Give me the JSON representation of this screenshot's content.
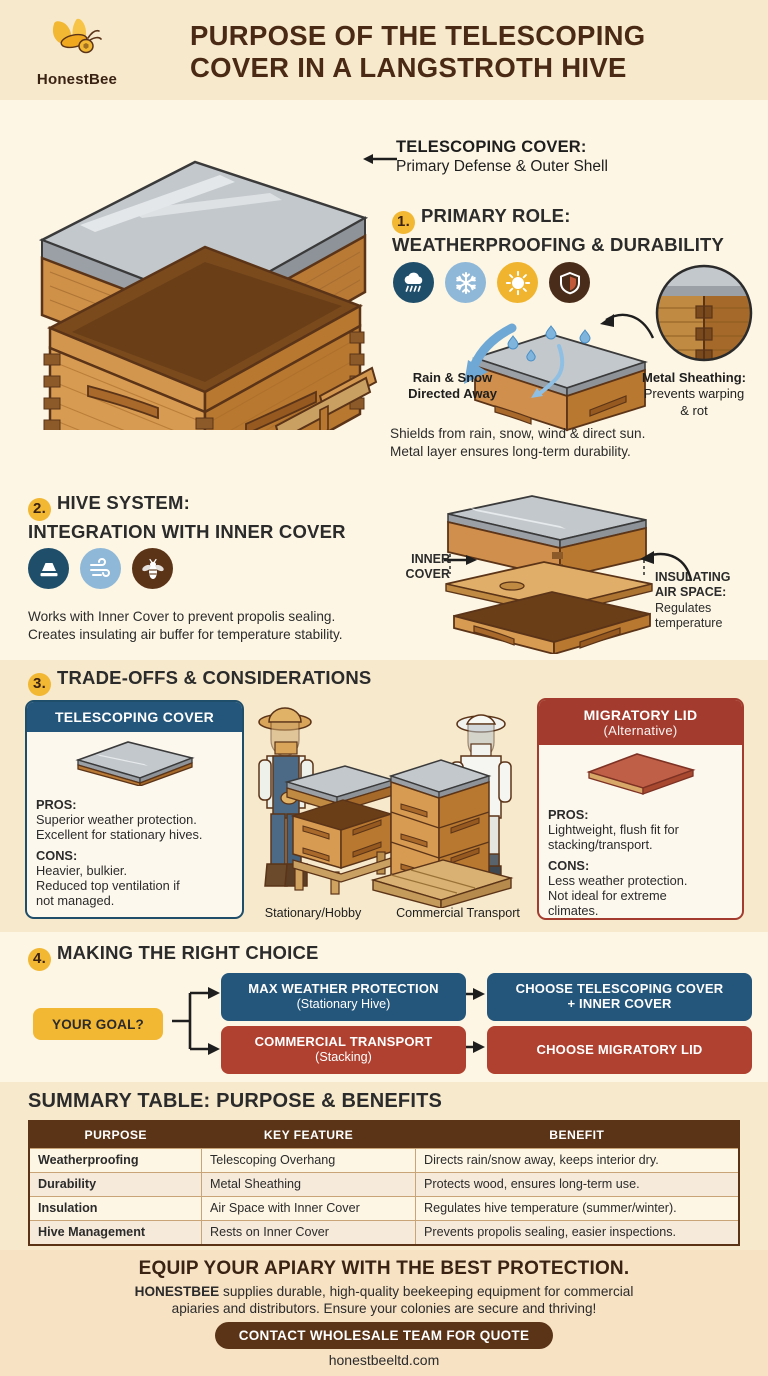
{
  "brand": {
    "name": "HonestBee",
    "logo_icon": "bee-icon",
    "accent_gold": "#f2b733",
    "accent_brown": "#5b3418",
    "accent_blue": "#24557a",
    "accent_red": "#b0402f"
  },
  "header": {
    "title_line1": "PURPOSE OF THE TELESCOPING",
    "title_line2": "COVER IN A LANGSTROTH HIVE"
  },
  "callout": {
    "title": "TELESCOPING COVER:",
    "subtitle": "Primary Defense & Outer Shell"
  },
  "section1": {
    "number": "1.",
    "head_line1": "PRIMARY ROLE:",
    "head_line2": "WEATHERPROOFING & DURABILITY",
    "icons": [
      {
        "name": "rain-cloud-icon",
        "color": "#1f4e6b"
      },
      {
        "name": "snowflake-icon",
        "color": "#8fb8d8"
      },
      {
        "name": "sun-icon",
        "color": "#f0b42e"
      },
      {
        "name": "shield-icon",
        "color": "#4a2c1a"
      }
    ],
    "label_rain_l1": "Rain & Snow",
    "label_rain_l2": "Directed Away",
    "label_metal_l1": "Metal Sheathing:",
    "label_metal_l2": "Prevents warping",
    "label_metal_l3": "& rot",
    "desc_l1": "Shields from rain, snow, wind & direct sun.",
    "desc_l2": "Metal layer ensures long-term durability."
  },
  "section2": {
    "number": "2.",
    "head_line1": "HIVE SYSTEM:",
    "head_line2": "INTEGRATION WITH INNER COVER",
    "icons": [
      {
        "name": "inner-cover-icon",
        "color": "#1f4e6b"
      },
      {
        "name": "wind-icon",
        "color": "#8fb8d8"
      },
      {
        "name": "bee-icon",
        "color": "#5b3418"
      }
    ],
    "desc_l1": "Works with Inner Cover to prevent propolis sealing.",
    "desc_l2": "Creates insulating air buffer for temperature stability.",
    "label_inner_l1": "INNER",
    "label_inner_l2": "COVER",
    "label_air_l1": "INSULATING",
    "label_air_l2": "AIR SPACE:",
    "label_air_l3": "Regulates",
    "label_air_l4": "temperature"
  },
  "section3": {
    "number": "3.",
    "head": "TRADE-OFFS & CONSIDERATIONS",
    "card_telescoping": {
      "title": "TELESCOPING COVER",
      "subtitle": "",
      "pros_label": "PROS:",
      "pros_l1": "Superior weather protection.",
      "pros_l2": "Excellent for stationary hives.",
      "cons_label": "CONS:",
      "cons_l1": "Heavier, bulkier.",
      "cons_l2": "Reduced top ventilation if",
      "cons_l3": "not managed."
    },
    "card_migratory": {
      "title": "MIGRATORY LID",
      "subtitle": "(Alternative)",
      "pros_label": "PROS:",
      "pros_l1": "Lightweight, flush fit for",
      "pros_l2": "stacking/transport.",
      "cons_label": "CONS:",
      "cons_l1": "Less weather protection.",
      "cons_l2": "Not ideal for extreme",
      "cons_l3": "climates."
    },
    "caption_left": "Stationary/Hobby",
    "caption_right": "Commercial Transport"
  },
  "section4": {
    "number": "4.",
    "head": "MAKING THE RIGHT CHOICE",
    "goal_label": "YOUR GOAL?",
    "path1_condition_l1": "MAX WEATHER PROTECTION",
    "path1_condition_l2": "(Stationary Hive)",
    "path1_result_l1": "CHOOSE TELESCOPING COVER",
    "path1_result_l2": "+ INNER COVER",
    "path2_condition_l1": "COMMERCIAL TRANSPORT",
    "path2_condition_l2": "(Stacking)",
    "path2_result_l1": "CHOOSE MIGRATORY LID",
    "path2_result_l2": ""
  },
  "summary": {
    "title": "SUMMARY TABLE: PURPOSE & BENEFITS",
    "columns": [
      "PURPOSE",
      "KEY FEATURE",
      "BENEFIT"
    ],
    "rows": [
      [
        "Weatherproofing",
        "Telescoping Overhang",
        "Directs rain/snow away, keeps interior dry."
      ],
      [
        "Durability",
        "Metal Sheathing",
        "Protects wood, ensures long-term use."
      ],
      [
        "Insulation",
        "Air Space with Inner Cover",
        "Regulates hive temperature (summer/winter)."
      ],
      [
        "Hive Management",
        "Rests on Inner Cover",
        "Prevents propolis sealing, easier inspections."
      ]
    ]
  },
  "footer": {
    "headline": "EQUIP YOUR APIARY WITH THE BEST PROTECTION.",
    "body_brand": "HONESTBEE",
    "body_l1": " supplies durable, high-quality beekeeping equipment for commercial",
    "body_l2": "apiaries and distributors. Ensure your colonies are secure and thriving!",
    "cta": "CONTACT WHOLESALE TEAM FOR QUOTE",
    "url": "honestbeeltd.com"
  }
}
